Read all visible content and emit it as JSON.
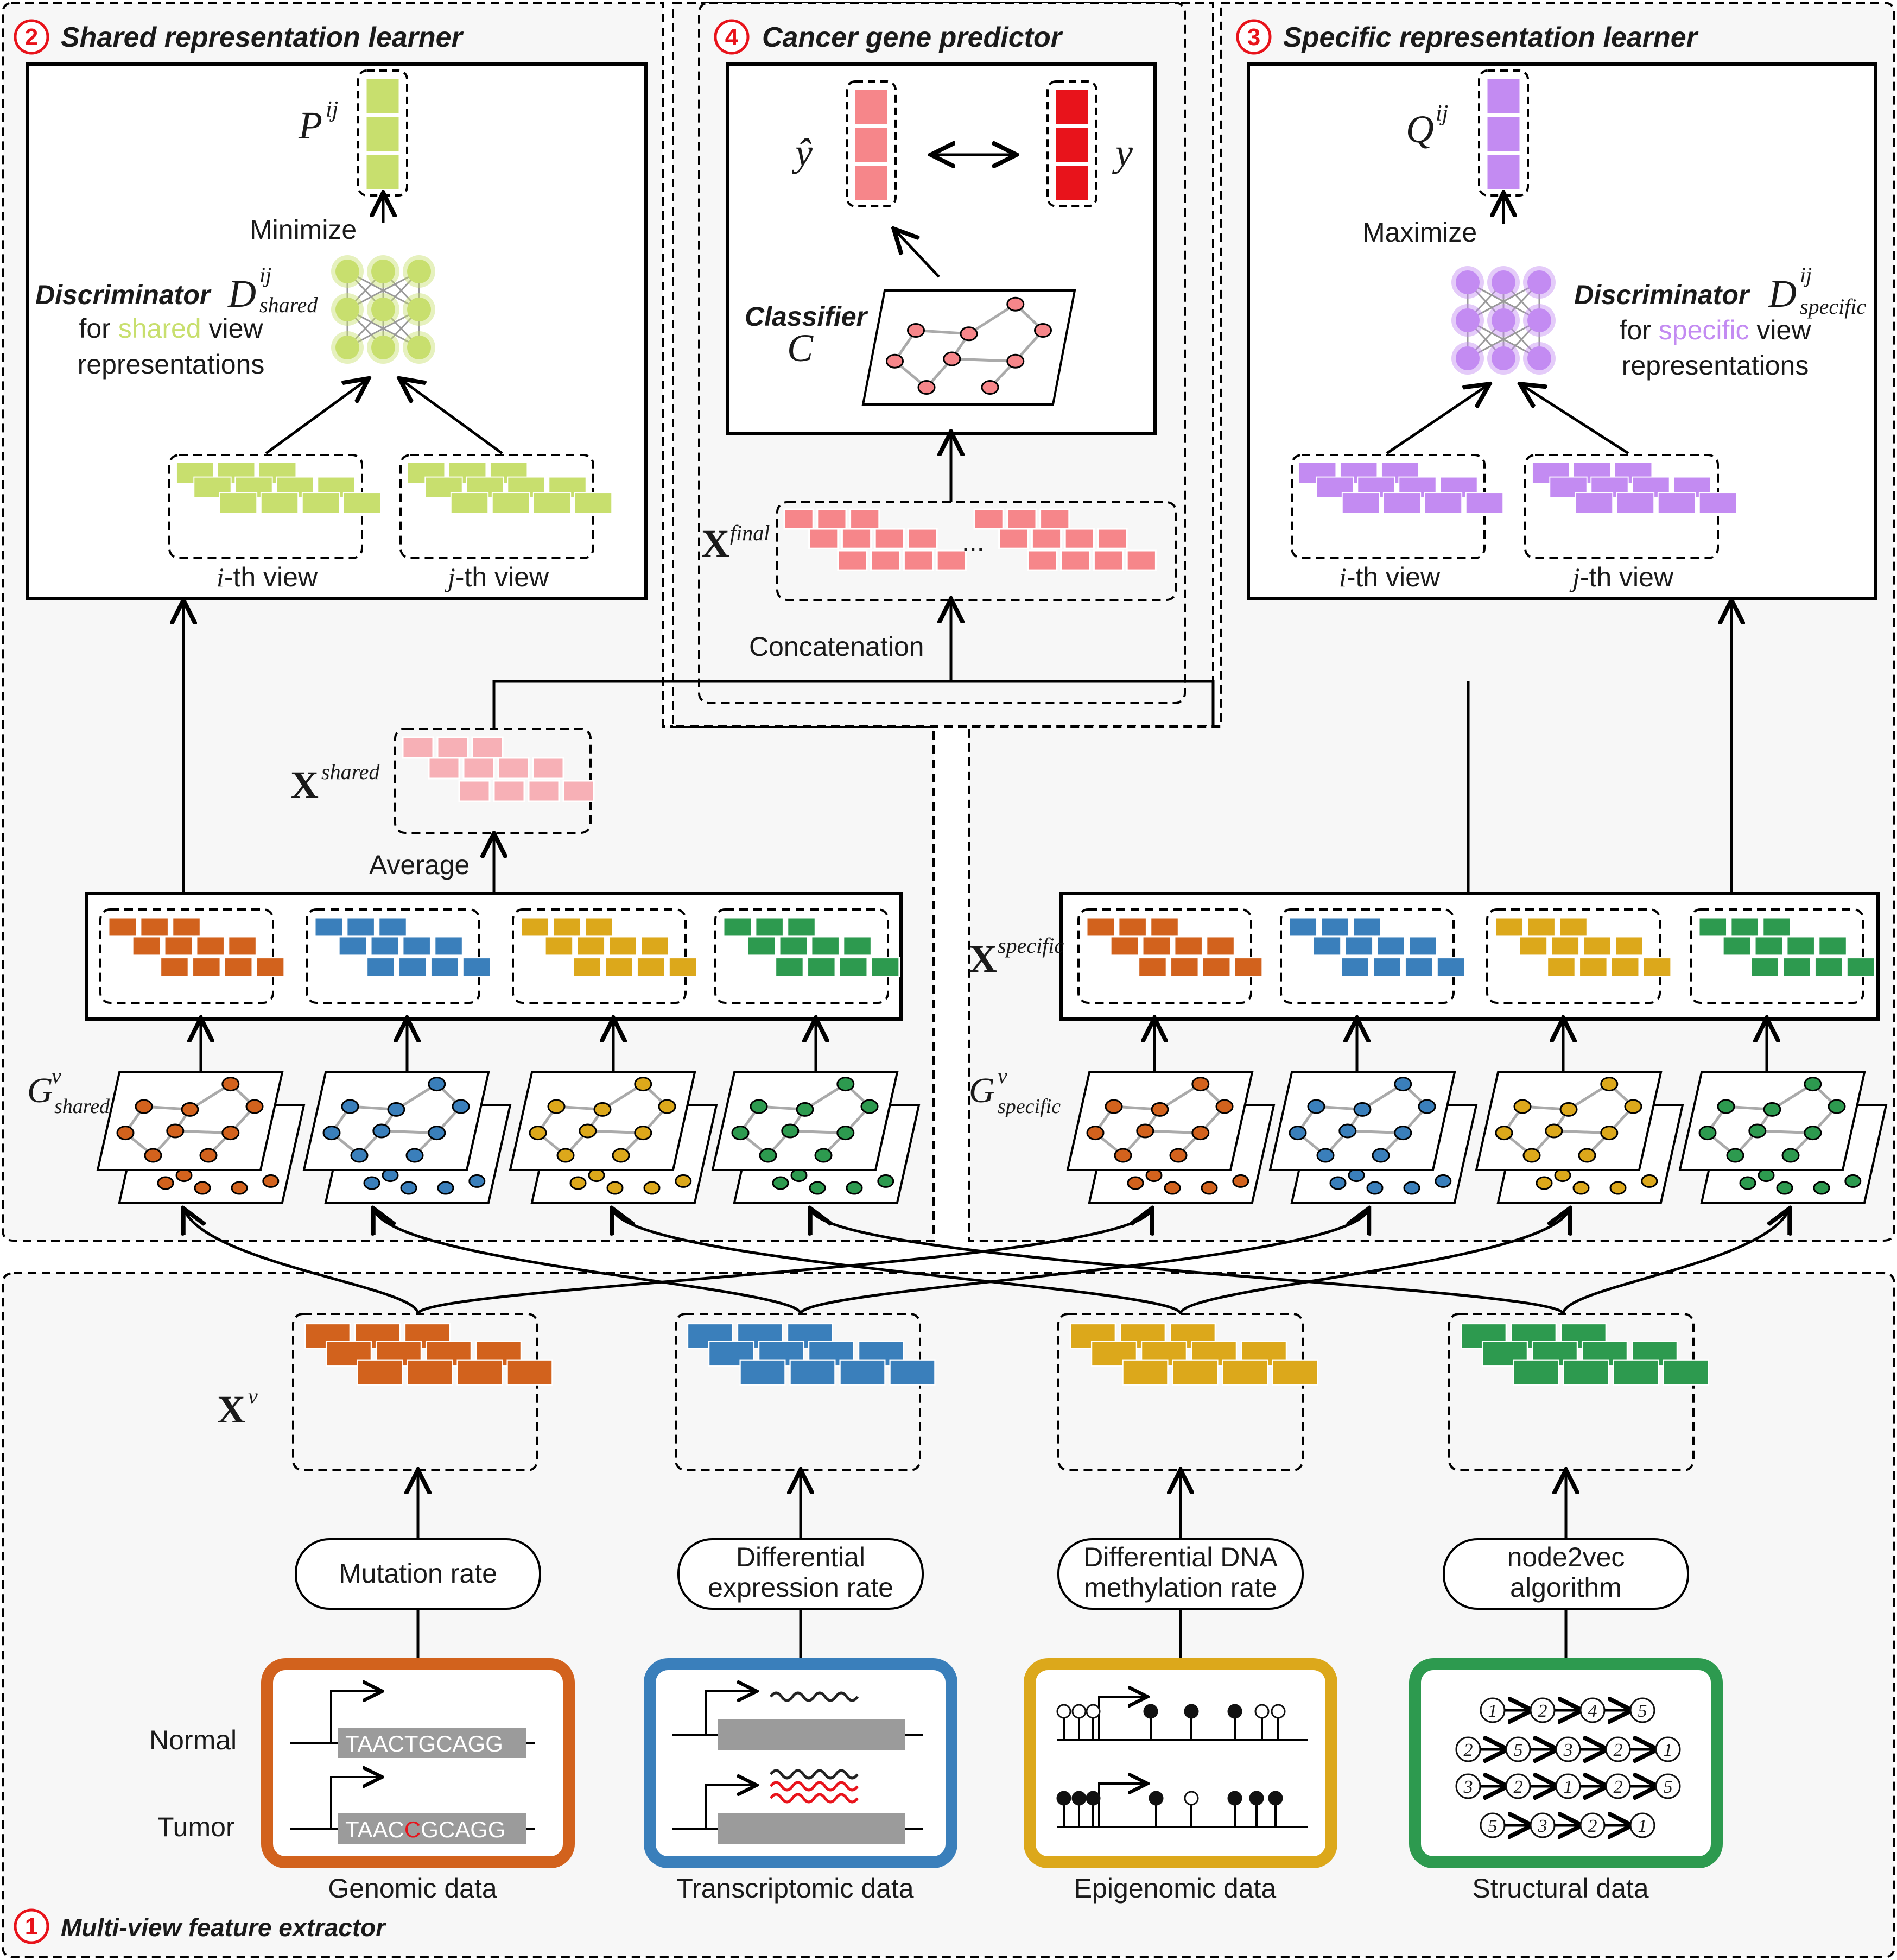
{
  "colors": {
    "genomic": "#d2621d",
    "transcriptomic": "#3a7fbb",
    "epigenomic": "#dca81b",
    "structural": "#2d9a4f",
    "shared": "#c8df6e",
    "specific": "#c38bf2",
    "final": "#f6868a",
    "shared_pink": "#f7b0b6",
    "label_y": "#e8131b",
    "badge": "#e8131b"
  },
  "sections": {
    "s1": {
      "badge": "1",
      "title": "Multi-view feature extractor"
    },
    "s2": {
      "badge": "2",
      "title": "Shared representation learner"
    },
    "s3": {
      "badge": "3",
      "title": "Specific representation learner"
    },
    "s4": {
      "badge": "4",
      "title": "Cancer gene predictor"
    }
  },
  "shared_learner": {
    "p_label": "P",
    "p_sup": "ij",
    "minimize": "Minimize",
    "disc_word": "Discriminator",
    "disc_D": "D",
    "disc_sup": "ij",
    "disc_sub": "shared",
    "line2_pre": "for ",
    "line2_hl": "shared",
    "line2_post": " view",
    "line3": "representations",
    "view_i_pre": "i",
    "view_i_post": "-th view",
    "view_j_pre": "j",
    "view_j_post": "-th view"
  },
  "specific_learner": {
    "q_label": "Q",
    "q_sup": "ij",
    "maximize": "Maximize",
    "disc_word": "Discriminator",
    "disc_D": "D",
    "disc_sup": "ij",
    "disc_sub": "specific",
    "line2_pre": "for ",
    "line2_hl": "specific",
    "line2_post": " view",
    "line3": "representations",
    "view_i_pre": "i",
    "view_i_post": "-th view",
    "view_j_pre": "j",
    "view_j_post": "-th view"
  },
  "predictor": {
    "yhat": "ŷ",
    "y": "y",
    "classifier": "Classifier",
    "c_label": "C",
    "x_final": "X",
    "x_final_sup": "final",
    "ellipsis": "...",
    "concatenation": "Concatenation"
  },
  "middle": {
    "x_shared": "X",
    "x_shared_sup": "shared",
    "average": "Average",
    "x_specific": "X",
    "x_specific_sup": "specific",
    "g_shared": "G",
    "g_shared_sup": "v",
    "g_shared_sub": "shared",
    "g_specific": "G",
    "g_specific_sup": "v",
    "g_specific_sub": "specific"
  },
  "extractor": {
    "xv": "X",
    "xv_sup": "v",
    "methods": [
      "Mutation rate",
      "Differential|expression rate",
      "Differential DNA|methylation rate",
      "node2vec|algorithm"
    ],
    "data_types": [
      "Genomic data",
      "Transcriptomic data",
      "Epigenomic data",
      "Structural data"
    ],
    "normal": "Normal",
    "tumor": "Tumor",
    "seq_normal": "TAACTGCAGG",
    "seq_tumor_a": "TAAC",
    "seq_tumor_b": "C",
    "seq_tumor_c": "GCAGG",
    "walks": [
      [
        "1",
        "2",
        "4",
        "5"
      ],
      [
        "2",
        "5",
        "3",
        "2",
        "1"
      ],
      [
        "3",
        "2",
        "1",
        "2",
        "5"
      ],
      [
        "5",
        "3",
        "2",
        "1"
      ]
    ]
  }
}
